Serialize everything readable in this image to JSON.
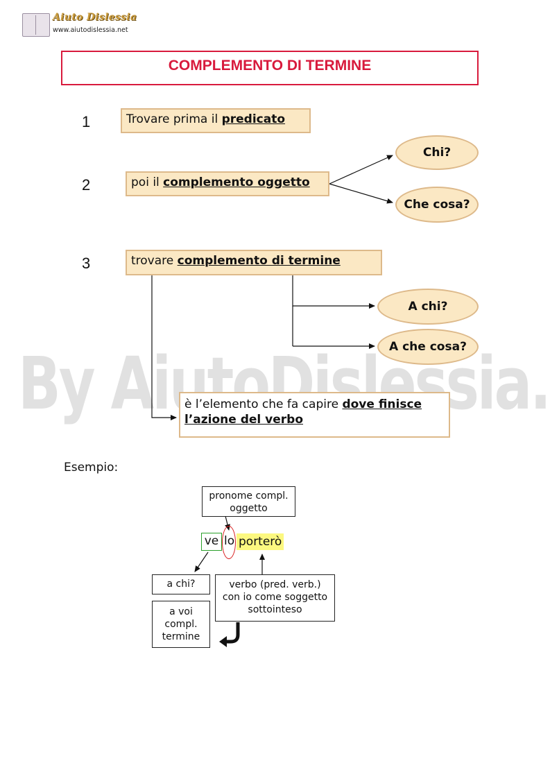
{
  "logo": {
    "title": "Aiuto Dislessia",
    "url": "www.aiutodislessia.net"
  },
  "title": "COMPLEMENTO DI TERMINE",
  "steps": [
    {
      "number": "1",
      "text": "Trovare prima il ",
      "strong": "predicato"
    },
    {
      "number": "2",
      "text": "poi il ",
      "strong": "complemento oggetto"
    },
    {
      "number": "3",
      "text": "trovare  ",
      "strong": "complemento di termine"
    }
  ],
  "questions_oggetto": [
    "Chi?",
    "Che cosa?"
  ],
  "questions_termine": [
    "A chi?",
    "A che cosa?"
  ],
  "definition": {
    "text": "è l’elemento che fa capire ",
    "strong": "dove finisce l’azione del verbo"
  },
  "watermark": "By AiutoDislessia.net",
  "example": {
    "label": "Esempio:",
    "pronome_box": "pronome compl. oggetto",
    "words": {
      "ve": "ve",
      "lo": "lo",
      "verb": "porterò"
    },
    "a_chi": "a chi?",
    "a_voi": "a voi compl. termine",
    "verbo_box": "verbo (pred. verb.) con io come soggetto sottointeso"
  },
  "colors": {
    "title_red": "#d81a3c",
    "box_fill": "#fbe8c4",
    "box_border": "#ddb98a",
    "verb_highlight": "#fcf880",
    "ve_green": "#2aa02a",
    "lo_red": "#d81a1a"
  }
}
